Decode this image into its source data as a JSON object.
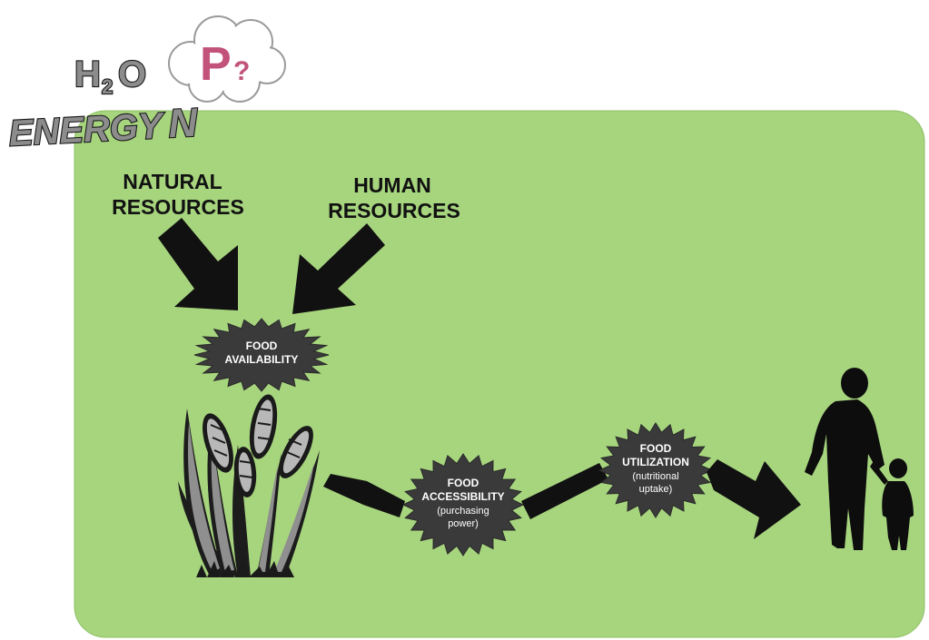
{
  "colors": {
    "panel": "#a7d57e",
    "dark": "#111111",
    "burst": "#3a3a3a",
    "p_accent": "#c2527a"
  },
  "icons": {
    "cloud": "thought-cloud-icon",
    "wheat": "wheat-plant-icon",
    "family": "adult-and-child-silhouette-icon"
  },
  "header": {
    "h2o_h": "H",
    "h2o_sub": "2",
    "h2o_o": "O",
    "p_label": "P",
    "p_mark": "?",
    "energy": "ENERGY",
    "n": "N"
  },
  "labels": {
    "natural_line1": "NATURAL",
    "natural_line2": "RESOURCES",
    "human_line1": "HUMAN",
    "human_line2": "RESOURCES"
  },
  "bursts": {
    "availability": {
      "line1": "FOOD",
      "line2": "AVAILABILITY"
    },
    "accessibility": {
      "line1": "FOOD",
      "line2": "ACCESSIBILITY",
      "line3": "(purchasing",
      "line4": "power)"
    },
    "utilization": {
      "line1": "FOOD",
      "line2": "UTILIZATION",
      "line3": "(nutritional",
      "line4": "uptake)"
    }
  }
}
